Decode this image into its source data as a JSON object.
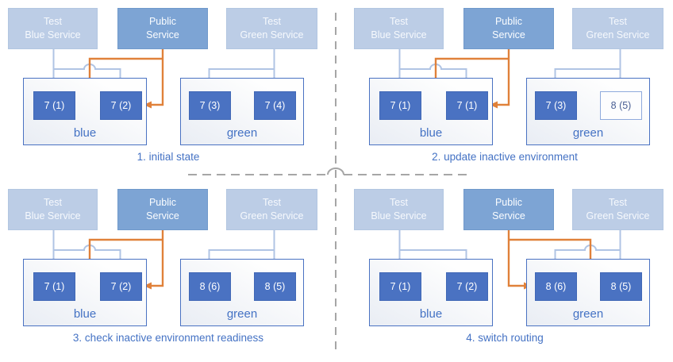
{
  "colors": {
    "pod_blue": "#4a72c2",
    "test_service_light_blue": "#bccde6",
    "public_service_blue": "#7da4d4",
    "test_connector_light_blue": "#b0c4e4",
    "public_route_orange": "#e0813a",
    "label_text_blue": "#4472c4",
    "divider_gray": "#a6a6a6",
    "ghost_pod_border": "#8faadc"
  },
  "quadrants": [
    {
      "caption": "1. initial state",
      "public_routes_to": "blue",
      "services": [
        {
          "line1": "Test",
          "line2": "Blue Service"
        },
        {
          "line1": "Public",
          "line2": "Service"
        },
        {
          "line1": "Test",
          "line2": "Green Service"
        }
      ],
      "environments": [
        {
          "name": "blue",
          "pods": [
            {
              "label": "7 (1)",
              "state": "running"
            },
            {
              "label": "7 (2)",
              "state": "running"
            }
          ]
        },
        {
          "name": "green",
          "pods": [
            {
              "label": "7 (3)",
              "state": "running"
            },
            {
              "label": "7 (4)",
              "state": "running"
            }
          ]
        }
      ]
    },
    {
      "caption": "2. update inactive environment",
      "public_routes_to": "blue",
      "services": [
        {
          "line1": "Test",
          "line2": "Blue Service"
        },
        {
          "line1": "Public",
          "line2": "Service"
        },
        {
          "line1": "Test",
          "line2": "Green Service"
        }
      ],
      "environments": [
        {
          "name": "blue",
          "pods": [
            {
              "label": "7 (1)",
              "state": "running"
            },
            {
              "label": "7 (1)",
              "state": "running"
            }
          ]
        },
        {
          "name": "green",
          "pods": [
            {
              "label": "7 (3)",
              "state": "running"
            },
            {
              "label": "8 (5)",
              "state": "starting"
            }
          ]
        }
      ]
    },
    {
      "caption": "3. check inactive environment readiness",
      "public_routes_to": "blue",
      "services": [
        {
          "line1": "Test",
          "line2": "Blue Service"
        },
        {
          "line1": "Public",
          "line2": "Service"
        },
        {
          "line1": "Test",
          "line2": "Green Service"
        }
      ],
      "environments": [
        {
          "name": "blue",
          "pods": [
            {
              "label": "7 (1)",
              "state": "running"
            },
            {
              "label": "7 (2)",
              "state": "running"
            }
          ]
        },
        {
          "name": "green",
          "pods": [
            {
              "label": "8 (6)",
              "state": "running"
            },
            {
              "label": "8 (5)",
              "state": "running"
            }
          ]
        }
      ]
    },
    {
      "caption": "4. switch routing",
      "public_routes_to": "green",
      "services": [
        {
          "line1": "Test",
          "line2": "Blue Service"
        },
        {
          "line1": "Public",
          "line2": "Service"
        },
        {
          "line1": "Test",
          "line2": "Green Service"
        }
      ],
      "environments": [
        {
          "name": "blue",
          "pods": [
            {
              "label": "7 (1)",
              "state": "running"
            },
            {
              "label": "7 (2)",
              "state": "running"
            }
          ]
        },
        {
          "name": "green",
          "pods": [
            {
              "label": "8 (6)",
              "state": "running"
            },
            {
              "label": "8 (5)",
              "state": "running"
            }
          ]
        }
      ]
    }
  ]
}
